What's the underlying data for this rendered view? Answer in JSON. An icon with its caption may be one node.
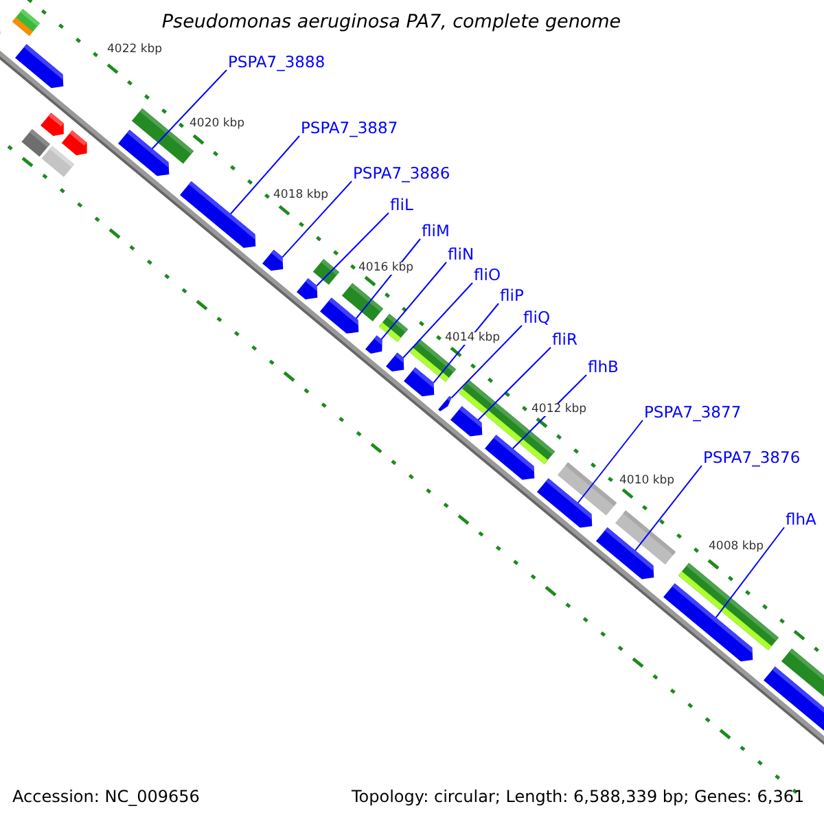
{
  "diagram": {
    "title": "Pseudomonas aeruginosa PA7, complete genome",
    "nodes": [
      {
        "text": [
          "PSPA7_3888"
        ]
      },
      {
        "text": [
          "PSPA7_3887"
        ]
      },
      {
        "text": [
          "PSPA7_3886"
        ]
      },
      {
        "text": [
          "fliL"
        ]
      },
      {
        "text": [
          "fliM"
        ]
      },
      {
        "text": [
          "fliN"
        ]
      },
      {
        "text": [
          "fliO"
        ]
      },
      {
        "text": [
          "fliP"
        ]
      },
      {
        "text": [
          "fliQ"
        ]
      },
      {
        "text": [
          "fliR"
        ]
      },
      {
        "text": [
          "flhB"
        ]
      },
      {
        "text": [
          "PSPA7_3877"
        ]
      },
      {
        "text": [
          "PSPA7_3876"
        ]
      },
      {
        "text": [
          "flhA"
        ]
      },
      {
        "text": [],
        "shape": "bar"
      },
      {
        "text": [],
        "shape": "bar"
      },
      {
        "text": [],
        "shape": "bar"
      },
      {
        "text": [],
        "shape": "bar"
      },
      {
        "text": [],
        "shape": "bar"
      },
      {
        "text": [],
        "shape": "bar"
      },
      {
        "text": [],
        "shape": "bar"
      },
      {
        "text": [],
        "shape": "bar"
      },
      {
        "text": [],
        "shape": "bar"
      },
      {
        "text": [],
        "shape": "bar"
      },
      {
        "text": [],
        "shape": "bar"
      },
      {
        "text": [],
        "shape": "bar"
      },
      {
        "text": [],
        "shape": "bar"
      },
      {
        "text": [],
        "shape": "bar"
      },
      {
        "text": [],
        "shape": "bar"
      },
      {
        "text": [],
        "shape": "bar"
      },
      {
        "text": [],
        "shape": "bar"
      }
    ],
    "edges": [
      {
        "from": 0,
        "to": 16,
        "arrow": "none"
      },
      {
        "from": 1,
        "to": 17,
        "arrow": "none"
      },
      {
        "from": 2,
        "to": 18,
        "arrow": "none"
      },
      {
        "from": 3,
        "to": 19,
        "arrow": "none"
      },
      {
        "from": 4,
        "to": 20,
        "arrow": "none"
      },
      {
        "from": 5,
        "to": 21,
        "arrow": "none"
      },
      {
        "from": 6,
        "to": 22,
        "arrow": "none"
      },
      {
        "from": 7,
        "to": 23,
        "arrow": "none"
      },
      {
        "from": 8,
        "to": 24,
        "arrow": "none"
      },
      {
        "from": 9,
        "to": 25,
        "arrow": "none"
      },
      {
        "from": 10,
        "to": 26,
        "arrow": "none"
      },
      {
        "from": 11,
        "to": 27,
        "arrow": "none"
      },
      {
        "from": 12,
        "to": 28,
        "arrow": "none"
      },
      {
        "from": 13,
        "to": 29,
        "arrow": "none"
      }
    ],
    "labels": [
      "4022 kbp",
      "4020 kbp",
      "4018 kbp",
      "4016 kbp",
      "4014 kbp",
      "4012 kbp",
      "4010 kbp",
      "4008 kbp",
      "Accession: NC_009656",
      "Topology: circular; Length: 6,588,339 bp; Genes: 6,361"
    ]
  }
}
